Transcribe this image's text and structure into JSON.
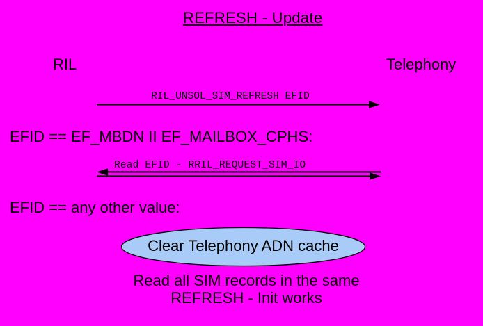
{
  "page": {
    "background": "#FF00FF",
    "text_color": "#000000",
    "line_color": "#000000"
  },
  "title": {
    "text": "REFRESH - Update"
  },
  "actors": {
    "left": "RIL",
    "right": "Telephony"
  },
  "message1": {
    "label": "RIL_UNSOL_SIM_REFRESH EFID",
    "direction": "right"
  },
  "condition1": {
    "text": "EFID == EF_MBDN II EF_MAILBOX_CPHS:"
  },
  "message2": {
    "label": "Read EFID - RRIL_REQUEST_SIM_IO",
    "direction": "both"
  },
  "condition2": {
    "text": "EFID == any other value:"
  },
  "bubble": {
    "text": "Clear Telephony ADN cache",
    "fill": "#A9CBF7",
    "stroke": "#000000"
  },
  "note": {
    "line1": "Read all SIM records in the same",
    "line2": "REFRESH - Init works"
  }
}
